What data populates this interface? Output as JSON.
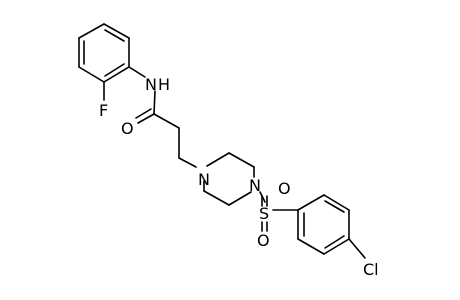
{
  "molecule": {
    "atoms": {
      "nh": "N",
      "nh_h": "H",
      "fluorine": "F",
      "carbonyl_oxygen": "O",
      "piperazine_n1": "N",
      "piperazine_n4": "N",
      "sulfur": "S",
      "sulfonyl_oxygen_top": "O",
      "sulfonyl_oxygen_bottom": "O",
      "chlorine": "Cl"
    }
  }
}
